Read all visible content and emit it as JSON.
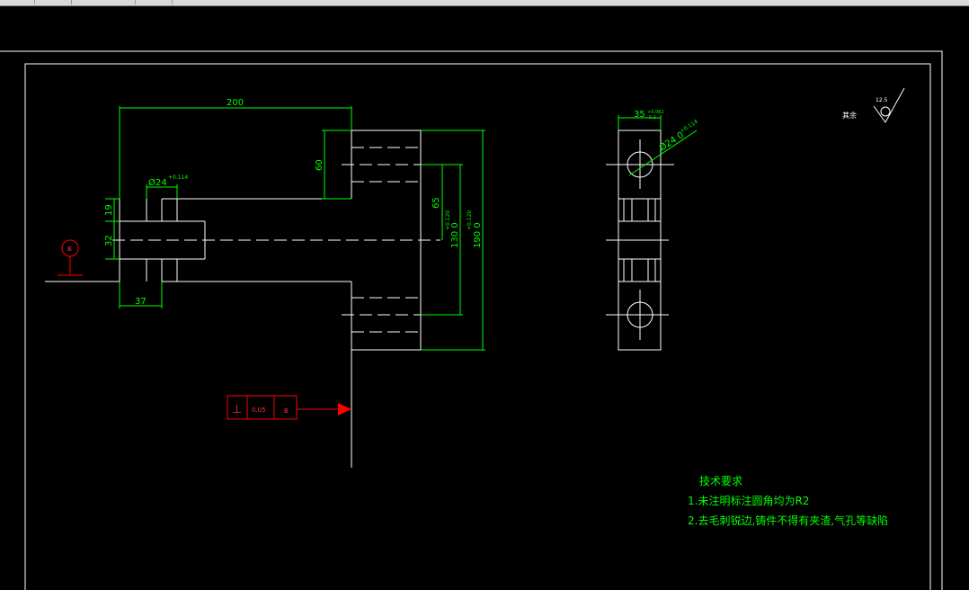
{
  "colors": {
    "background": "#000000",
    "geometry": "#ffffff",
    "dimension": "#00ff00",
    "tolerance": "#ff0000"
  },
  "dims": {
    "d200": "200",
    "d60": "60",
    "d24": "Ø24",
    "d24_tol": "+0.114",
    "d19": "19",
    "d32": "32",
    "d37": "37",
    "d65": "65",
    "d130": "130 0",
    "d130_tol": "+0.120",
    "d190": "190 0",
    "d190_tol": "+0.120",
    "d35": "35",
    "d35_tol": "+0.062\n-0.2",
    "d24b": "Ø24 0",
    "d24b_tol": "+0.114"
  },
  "datum": {
    "label": "B"
  },
  "tolerance_frame": {
    "symbol": "⊥",
    "value": "0.05",
    "datum": "B"
  },
  "roughness": {
    "rest_label": "其余",
    "value": "12.5"
  },
  "requirements": {
    "title": "技术要求",
    "line1": "1.未注明标注圆角均为R2",
    "line2": "2.去毛刺锐边,铸件不得有夹渣,气孔等缺陷"
  }
}
